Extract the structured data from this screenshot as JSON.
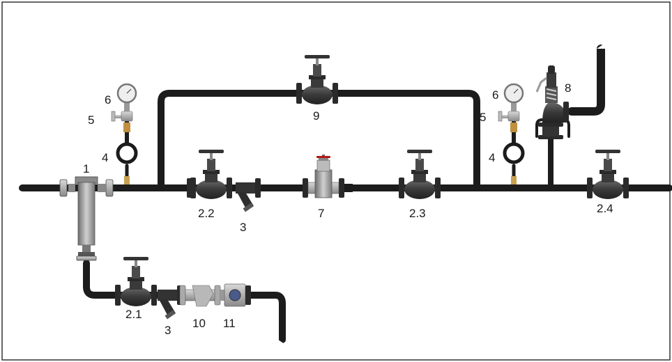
{
  "diagram": {
    "colors": {
      "pipe": "#1c1c1c",
      "valve_body": "#3a3a3a",
      "steel": "#9a9a9a",
      "frame": "#333333"
    },
    "labels": {
      "strainer_main": "1",
      "valve_2_1": "2.1",
      "valve_2_2": "2.2",
      "valve_2_3": "2.3",
      "valve_2_4": "2.4",
      "strainer_y_main": "3",
      "strainer_y_branch": "3",
      "siphon_left": "4",
      "siphon_right": "4",
      "gauge_valve_left": "5",
      "gauge_valve_right": "5",
      "gauge_left": "6",
      "gauge_right": "6",
      "reducing_valve": "7",
      "safety_valve": "8",
      "bypass_valve": "9",
      "steam_trap": "10",
      "sight_glass": "11"
    }
  }
}
